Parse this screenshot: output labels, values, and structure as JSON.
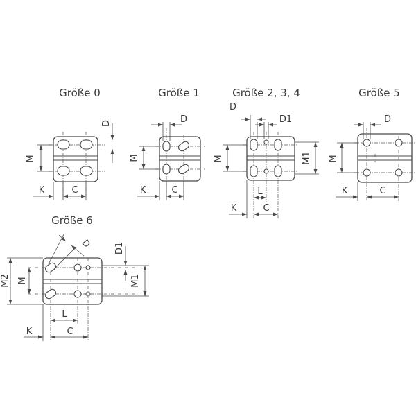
{
  "sizes": [
    {
      "title": "Größe 0",
      "labels": {
        "k": "K",
        "c": "C",
        "m": "M",
        "d": "D"
      }
    },
    {
      "title": "Größe 1",
      "labels": {
        "k": "K",
        "c": "C",
        "m": "M",
        "d": "D"
      }
    },
    {
      "title": "Größe 2, 3, 4",
      "labels": {
        "k": "K",
        "c": "C",
        "l": "L",
        "m": "M",
        "m1": "M1",
        "d": "D",
        "d1": "D1"
      }
    },
    {
      "title": "Größe 5",
      "labels": {
        "k": "K",
        "c": "C",
        "m": "M",
        "d": "D"
      }
    },
    {
      "title": "Größe 6",
      "labels": {
        "k": "K",
        "c": "C",
        "l": "L",
        "m": "M",
        "m1": "M1",
        "m2": "M2",
        "d": "D",
        "d1": "D1"
      }
    }
  ]
}
